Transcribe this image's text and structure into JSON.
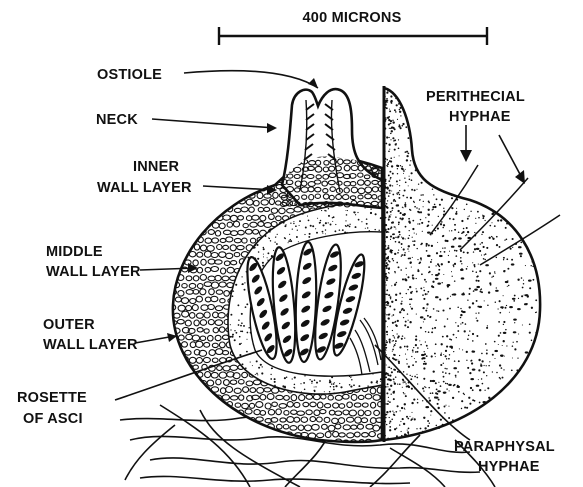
{
  "scale_bar": {
    "label": "400 MICRONS"
  },
  "labels": {
    "ostiole": "OSTIOLE",
    "neck": "NECK",
    "inner_wall_1": "INNER",
    "inner_wall_2": "WALL LAYER",
    "middle_wall_1": "MIDDLE",
    "middle_wall_2": "WALL LAYER",
    "outer_wall_1": "OUTER",
    "outer_wall_2": "WALL LAYER",
    "rosette_1": "ROSETTE",
    "rosette_2": "OF ASCI",
    "perithecial_1": "PERITHECIAL",
    "perithecial_2": "HYPHAE",
    "paraphysal_1": "PARAPHYSAL",
    "paraphysal_2": "HYPHAE"
  },
  "colors": {
    "ink": "#111111",
    "paper": "#ffffff"
  }
}
